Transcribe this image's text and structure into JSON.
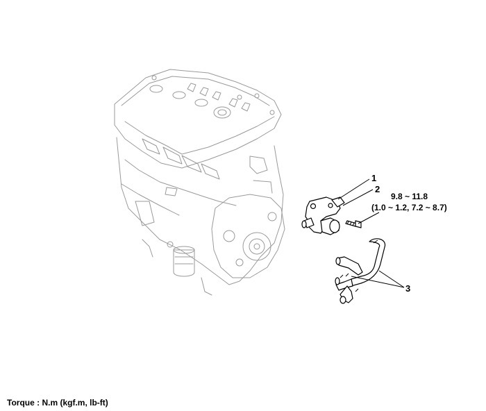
{
  "callouts": {
    "item1": "1",
    "item2": "2",
    "item3": "3"
  },
  "torque_spec": {
    "line1": "9.8 ~ 11.8",
    "line2": "(1.0 ~ 1.2, 7.2 ~ 8.7)"
  },
  "footer": {
    "torque_units": "Torque : N.m (kgf.m, lb-ft)"
  },
  "colors": {
    "engine_outline": "#9a9a9a",
    "parts_outline": "#000000",
    "background": "#ffffff"
  }
}
